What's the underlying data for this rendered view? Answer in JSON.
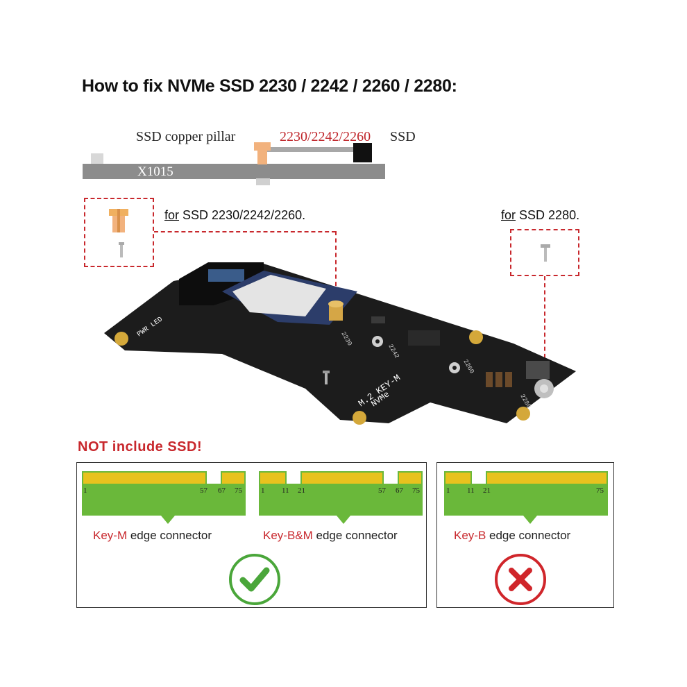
{
  "title": "How to fix NVMe SSD 2230 / 2242 / 2260 / 2280:",
  "diagram": {
    "pillar_label": "SSD copper pillar",
    "ssd_sizes_label": "2230/2242/2260",
    "ssd_label": "SSD",
    "board_label": "X1015"
  },
  "hardware": {
    "for_prefix": "for",
    "left_note": "SSD 2230/2242/2260.",
    "right_note": "SSD 2280.",
    "board_text_1": "M.2 KEY-M",
    "board_text_2": "NVMe",
    "board_text_3": "PWR LED",
    "board_sizes": [
      "2230",
      "2242",
      "2260",
      "2280"
    ]
  },
  "warning": "NOT include SSD!",
  "connectors": [
    {
      "key": "Key-M",
      "suffix": " edge connector",
      "pins": [
        "1",
        "57",
        "67",
        "75"
      ],
      "supported": true
    },
    {
      "key": "Key-B&M",
      "suffix": " edge connector",
      "pins": [
        "1",
        "11",
        "21",
        "57",
        "67",
        "75"
      ],
      "supported": true
    },
    {
      "key": "Key-B",
      "suffix": " edge connector",
      "pins": [
        "1",
        "11",
        "21",
        "75"
      ],
      "supported": false
    }
  ],
  "colors": {
    "accent_red": "#c8282d",
    "connector_green": "#6ab83a",
    "gold_pin": "#e8c21e",
    "ok_green": "#4aa63a"
  },
  "icons": {
    "ok": "check-mark-icon",
    "bad": "cross-mark-icon"
  }
}
